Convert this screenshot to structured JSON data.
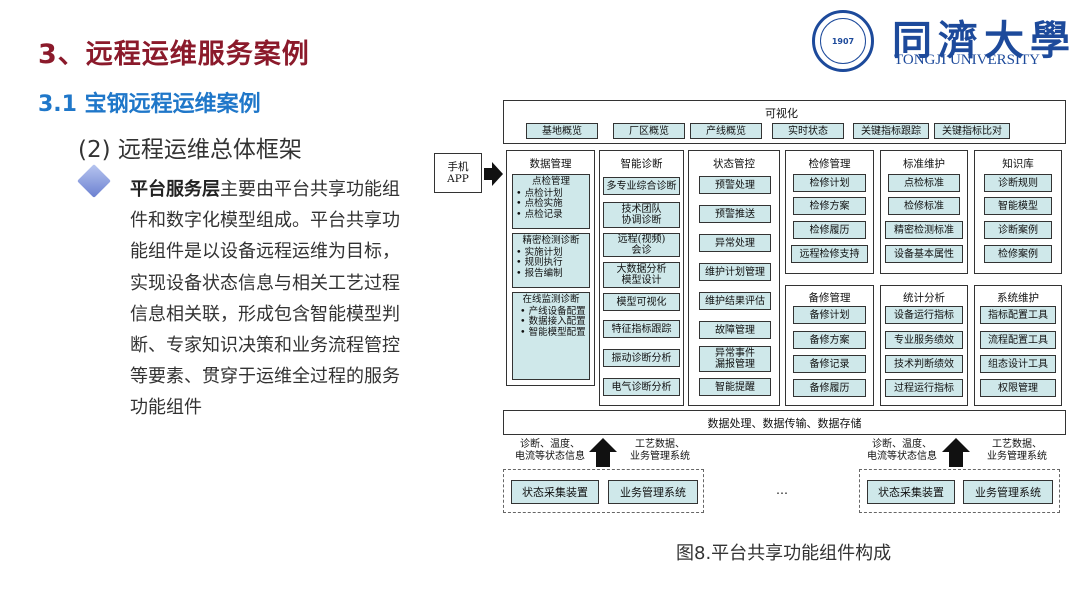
{
  "heading": "3、远程运维服务案例",
  "subheading": "3.1 宝钢远程运维案例",
  "section": "(2) 远程运维总体框架",
  "paragraph": {
    "lead": "平台服务层",
    "body": "主要由平台共享功能组件和数字化模型组成。平台共享功能组件是以设备远程运维为目标，实现设备状态信息与相关工艺过程信息相关联，形成包含智能模型判断、专家知识决策和业务流程管控等要素、贯穿于运维全过程的服务功能组件"
  },
  "logo": {
    "cn": "同濟大學",
    "en": "TONGJI UNIVERSITY",
    "seal_year": "1907"
  },
  "caption": "图8.平台共享功能组件构成",
  "diagram": {
    "visual": {
      "title": "可视化",
      "items": [
        "基地概览",
        "厂区概览",
        "产线概览",
        "实时状态",
        "关键指标跟踪",
        "关键指标比对"
      ]
    },
    "app": "手机\nAPP",
    "data_mgmt": {
      "title": "数据管理",
      "groups": [
        {
          "title": "点检管理",
          "items": [
            "点检计划",
            "点检实施",
            "点检记录"
          ]
        },
        {
          "title": "精密检测诊断",
          "items": [
            "实施计划",
            "规则执行",
            "报告编制"
          ]
        },
        {
          "title": "在线监测诊断",
          "items": [
            "产线设备配置",
            "数据接入配置",
            "智能模型配置"
          ]
        }
      ]
    },
    "smart_diag": {
      "title": "智能诊断",
      "items": [
        "多专业综合诊断",
        "技术团队\n协调诊断",
        "远程(视频)\n会诊",
        "大数据分析\n模型设计",
        "模型可视化",
        "特征指标跟踪",
        "振动诊断分析",
        "电气诊断分析"
      ]
    },
    "state_ctrl": {
      "title": "状态管控",
      "items": [
        "预警处理",
        "预警推送",
        "异常处理",
        "维护计划管理",
        "维护结果评估",
        "故障管理",
        "异常事件\n漏报管理",
        "智能提醒"
      ]
    },
    "repair_mgmt": {
      "title": "检修管理",
      "items": [
        "检修计划",
        "检修方案",
        "检修履历",
        "远程检修支持"
      ]
    },
    "std_maint": {
      "title": "标准维护",
      "items": [
        "点检标准",
        "检修标准",
        "精密检测标准",
        "设备基本属性"
      ]
    },
    "knowledge": {
      "title": "知识库",
      "items": [
        "诊断规则",
        "智能模型",
        "诊断案例",
        "检修案例"
      ]
    },
    "spare_mgmt": {
      "title": "备修管理",
      "items": [
        "备修计划",
        "备修方案",
        "备修记录",
        "备修履历"
      ]
    },
    "stats": {
      "title": "统计分析",
      "items": [
        "设备运行指标",
        "专业服务绩效",
        "技术判断绩效",
        "过程运行指标"
      ]
    },
    "sys_maint": {
      "title": "系统维护",
      "items": [
        "指标配置工具",
        "流程配置工具",
        "组态设计工具",
        "权限管理"
      ]
    },
    "bottom_bar": "数据处理、数据传输、数据存储",
    "inputs": {
      "left_a": "诊断、温度、\n电流等状态信息",
      "left_b": "工艺数据、\n业务管理系统",
      "right_a": "诊断、温度、\n电流等状态信息",
      "right_b": "工艺数据、\n业务管理系统"
    },
    "sources": {
      "collect": "状态采集装置",
      "business": "业务管理系统",
      "ellipsis": "…"
    }
  }
}
